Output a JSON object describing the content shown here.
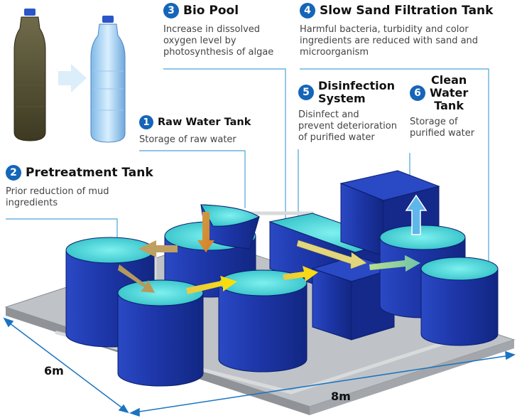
{
  "callouts": {
    "bio_pool": {
      "num": "3",
      "title": "Bio Pool",
      "desc": [
        "Increase in dissolved",
        "oxygen level by",
        "photosynthesis of algae"
      ]
    },
    "slow_sand": {
      "num": "4",
      "title": "Slow Sand Filtration Tank",
      "desc": [
        "Harmful bacteria, turbidity and color",
        "ingredients are reduced with sand and",
        "microorganism"
      ]
    },
    "disinfection": {
      "num": "5",
      "title_lines": [
        "Disinfection",
        "System"
      ],
      "desc": [
        "Disinfect and",
        "prevent deterioration",
        "of purified water"
      ]
    },
    "clean_water": {
      "num": "6",
      "title_lines": [
        "Clean",
        "Water",
        "Tank"
      ],
      "desc": [
        "Storage of",
        "purified water"
      ]
    },
    "raw_water": {
      "num": "1",
      "title": "Raw Water Tank",
      "desc": [
        "Storage of raw water"
      ]
    },
    "pretreatment": {
      "num": "2",
      "title": "Pretreatment Tank",
      "desc": [
        "Prior reduction of mud",
        "ingredients"
      ]
    }
  },
  "dimensions": {
    "depth": "6m",
    "width": "8m"
  },
  "colors": {
    "tank_blue": "#1f3fb0",
    "water_cyan": "#3fd3d6",
    "accent_blue": "#1565b8",
    "leader": "#4aa3d8"
  },
  "icons": [
    "muddy-bottle-icon",
    "clear-bottle-icon",
    "arrow-right-icon",
    "flow-arrow-icon",
    "clean-water-arrow-icon"
  ]
}
